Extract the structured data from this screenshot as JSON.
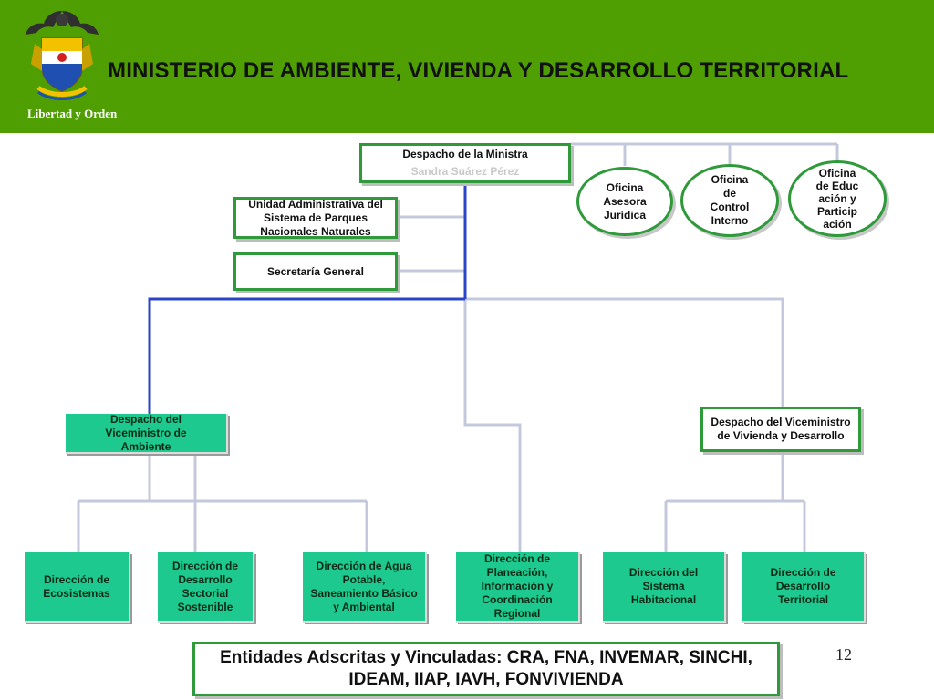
{
  "header": {
    "title": "MINISTERIO DE AMBIENTE, VIVIENDA Y DESARROLLO TERRITORIAL",
    "motto": "Libertad y Orden",
    "bg_color": "#4f9f03"
  },
  "org": {
    "despacho": {
      "title": "Despacho de la Ministra",
      "name": "Sandra Suárez Pérez"
    },
    "unidad": "Unidad Administrativa del Sistema de Parques Nacionales Naturales",
    "secretaria": "Secretaría General",
    "oficinas": [
      "Oficina Asesora Jurídica",
      "Oficina de Control Interno",
      "Oficina de Educación y Participación"
    ],
    "viceministro_ambiente": "Despacho del Viceministro de Ambiente",
    "viceministro_vivienda": "Despacho del Viceministro de Vivienda y Desarrollo",
    "direcciones": [
      "Dirección de Ecosistemas",
      "Dirección de Desarrollo Sectorial Sostenible",
      "Dirección de Agua Potable, Saneamiento Básico y Ambiental",
      "Dirección de Planeación, Información y Coordinación Regional",
      "Dirección del Sistema Habitacional",
      "Dirección de Desarrollo Territorial"
    ],
    "entidades": "Entidades Adscritas y Vinculadas: CRA, FNA, INVEMAR, SINCHI, IDEAM, IIAP, IAVH, FONVIVIENDA"
  },
  "page_number": "12",
  "colors": {
    "box_border": "#2e9a3a",
    "teal": "#1dc98f",
    "blue_line": "#2a45c8",
    "gray_line": "#c8c8e0"
  }
}
